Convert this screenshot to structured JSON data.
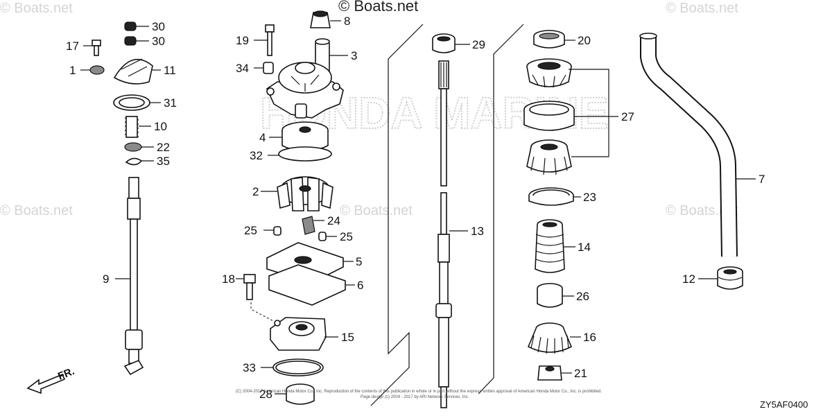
{
  "watermark": {
    "main": "© Boats.net",
    "repeat": "© Boats.net",
    "big_faded": "HONDA MARINE"
  },
  "diagram_code": "ZY5AF0400",
  "direction_label": "FR.",
  "copyright": {
    "line1": "(C) 2004-2017 American Honda Motor Co., Inc. Reproduction of the contents of this publication in whole or in part without the express written approval of American Honda Motor Co., Inc. is prohibited.",
    "line2": "Page design (c) 2004 - 2017 by ARI Network Services, Inc."
  },
  "callouts": {
    "c1": "1",
    "c2": "2",
    "c3": "3",
    "c4": "4",
    "c5": "5",
    "c6": "6",
    "c7": "7",
    "c8": "8",
    "c9": "9",
    "c10": "10",
    "c11": "11",
    "c12": "12",
    "c13": "13",
    "c14": "14",
    "c15": "15",
    "c16": "16",
    "c17": "17",
    "c18": "18",
    "c19": "19",
    "c20": "20",
    "c21": "21",
    "c22": "22",
    "c23": "23",
    "c24": "24",
    "c25a": "25",
    "c25b": "25",
    "c26": "26",
    "c27": "27",
    "c28": "28",
    "c29": "29",
    "c30a": "30",
    "c30b": "30",
    "c31": "31",
    "c32": "32",
    "c33": "33",
    "c34": "34",
    "c35": "35"
  }
}
